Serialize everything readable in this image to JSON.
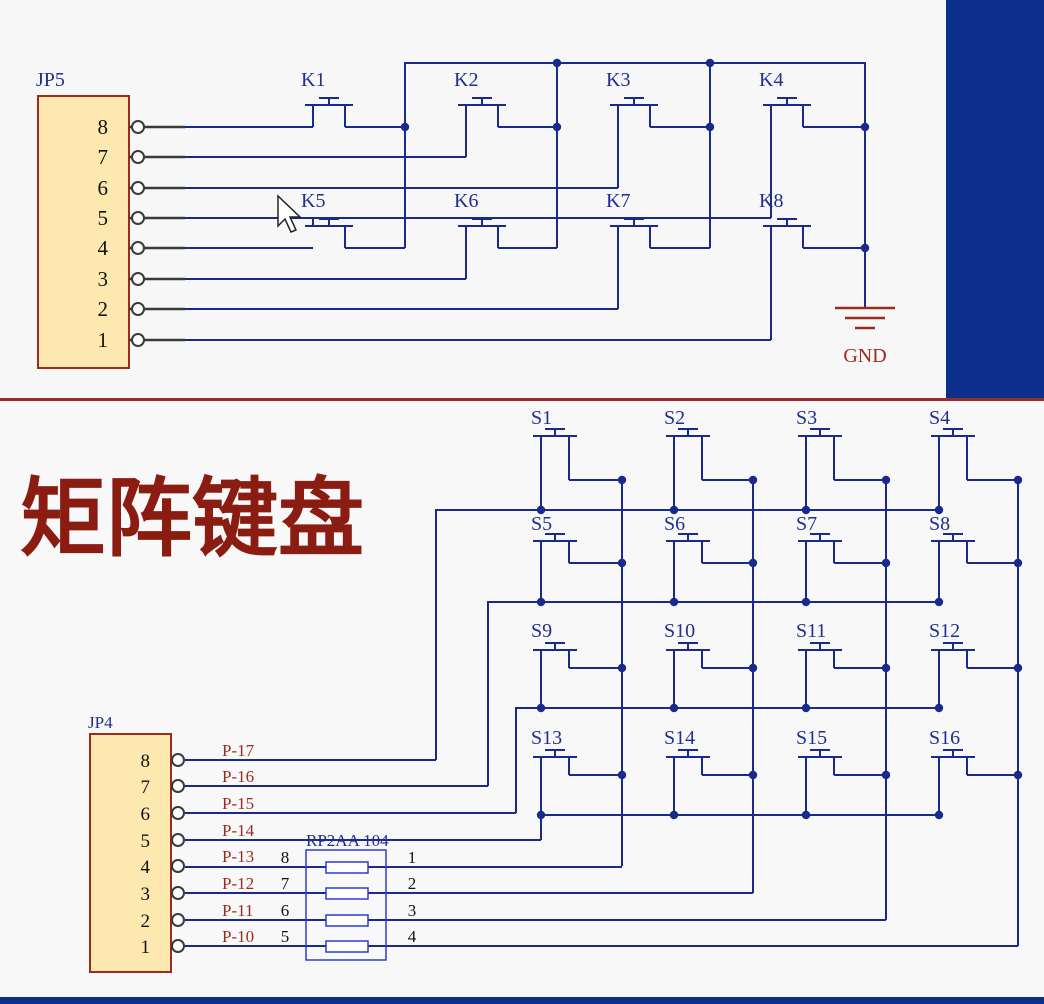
{
  "title": "矩阵键盘",
  "colors": {
    "wire": "#1a2a8c",
    "part": "#9a2b1e",
    "pad": "#3a3a3a",
    "text_blue": "#1f2f8f",
    "text_red": "#9a2b1e",
    "title": "#8a1c12",
    "header_fill": "#fde8b0",
    "resistor": "#2a3ad8",
    "side_bar": "#0b2f8a",
    "divider": "#9b2a2a"
  },
  "top": {
    "connector": {
      "name": "JP5",
      "pins": [
        "8",
        "7",
        "6",
        "5",
        "4",
        "3",
        "2",
        "1"
      ]
    },
    "keys": [
      "K1",
      "K2",
      "K3",
      "K4",
      "K5",
      "K6",
      "K7",
      "K8"
    ],
    "ground": "GND"
  },
  "bottom": {
    "connector": {
      "name": "JP4",
      "pins": [
        "8",
        "7",
        "6",
        "5",
        "4",
        "3",
        "2",
        "1"
      ]
    },
    "port_labels": [
      "P-17",
      "P-16",
      "P-15",
      "P-14",
      "P-13",
      "P-12",
      "P-11",
      "P-10"
    ],
    "resistor_pack": {
      "name": "RP2AA 104",
      "left_pins": [
        "8",
        "7",
        "6",
        "5"
      ],
      "right_pins": [
        "1",
        "2",
        "3",
        "4"
      ]
    },
    "switches": [
      "S1",
      "S2",
      "S3",
      "S4",
      "S5",
      "S6",
      "S7",
      "S8",
      "S9",
      "S10",
      "S11",
      "S12",
      "S13",
      "S14",
      "S15",
      "S16"
    ]
  }
}
